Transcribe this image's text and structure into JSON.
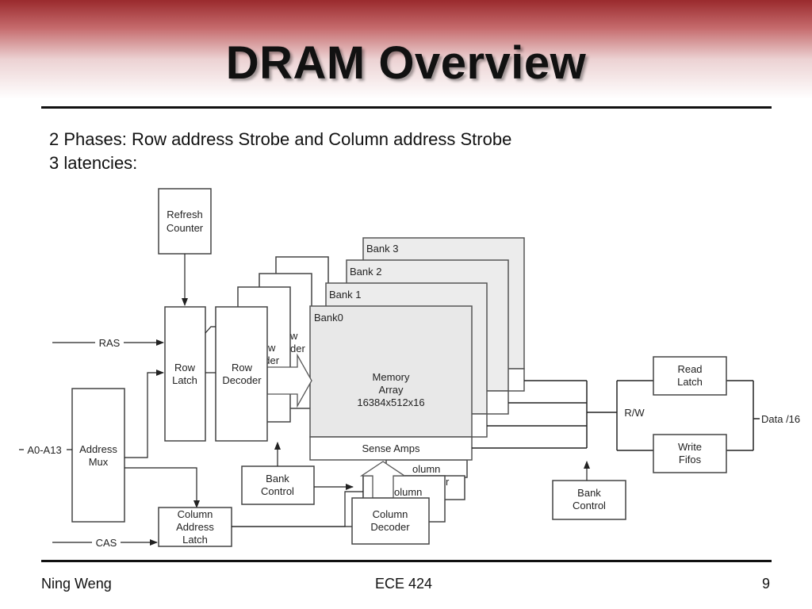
{
  "slide": {
    "title": "DRAM Overview",
    "bullets": [
      "2 Phases: Row address Strobe and Column address Strobe",
      "3 latencies:"
    ]
  },
  "diagram": {
    "refresh_counter": [
      "Refresh",
      "Counter"
    ],
    "row_latch": [
      "Row",
      "Latch"
    ],
    "row_decoder": [
      "Row",
      "Decoder"
    ],
    "address_mux": [
      "Address",
      "Mux"
    ],
    "bank_control_left": [
      "Bank",
      "Control"
    ],
    "column_address_latch": [
      "Column",
      "Address",
      "Latch"
    ],
    "column_decoder": [
      "Column",
      "Decoder"
    ],
    "bank_labels": [
      "Bank 3",
      "Bank 2",
      "Bank 1",
      "Bank0"
    ],
    "memory_array": [
      "Memory",
      "Array",
      "16384x512x16"
    ],
    "sense_amps": "Sense Amps",
    "read_latch": [
      "Read",
      "Latch"
    ],
    "write_fifos": [
      "Write",
      "Fifos"
    ],
    "bank_control_right": [
      "Bank",
      "Control"
    ],
    "rw_label": "R/W",
    "signals": {
      "ras": "RAS",
      "cas": "CAS",
      "address": "A0-A13",
      "data": "Data /16"
    },
    "partial_labels": {
      "row_decoder_back_1": "w",
      "row_decoder_back_2": "der",
      "row_decoder_back_3": "w",
      "row_decoder_back_4": "oder",
      "col_decoder_back_1": "olumn",
      "col_decoder_back_2": "r",
      "col_decoder_back_3": "olumn"
    }
  },
  "footer": {
    "author": "Ning Weng",
    "course": "ECE 424",
    "page": "9"
  }
}
